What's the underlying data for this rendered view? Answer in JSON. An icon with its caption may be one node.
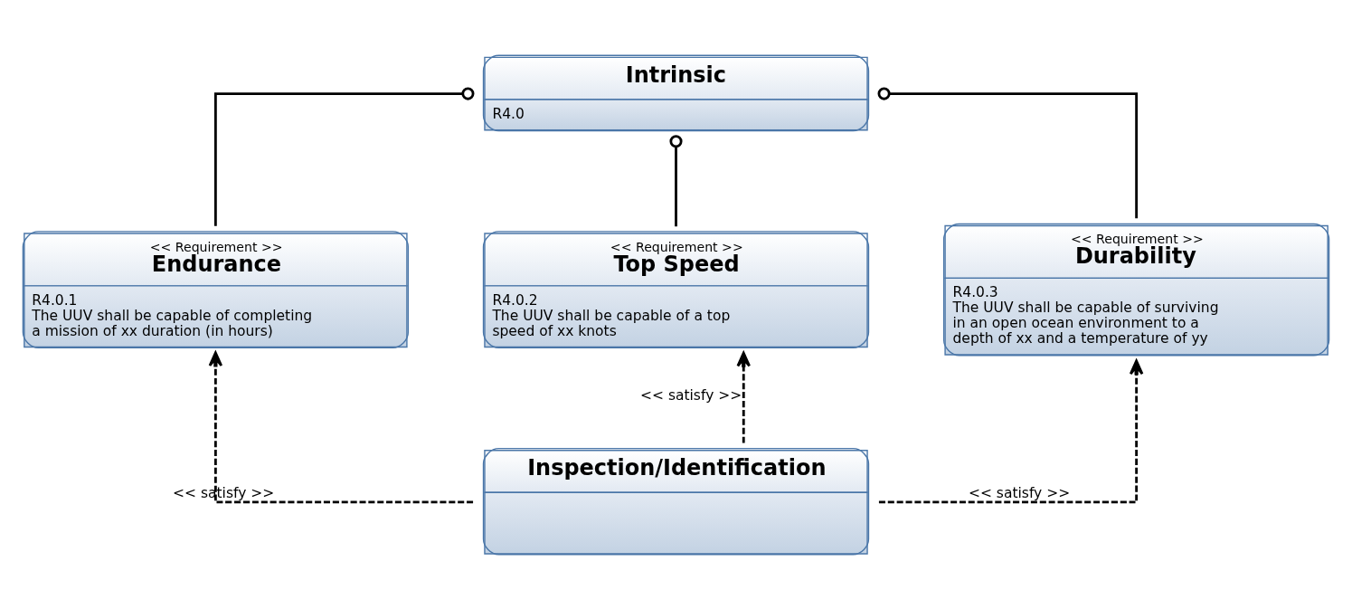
{
  "diagram": {
    "nodes": [
      {
        "text": [
          "Intrinsic",
          "R4.0"
        ]
      },
      {
        "text": [
          "<< Requirement >>",
          "Endurance",
          "R4.0.1",
          "The UUV shall be capable of completing a mission of xx duration (in hours)"
        ]
      },
      {
        "text": [
          "<< Requirement >>",
          "Top Speed",
          "R4.0.2",
          "The UUV shall be capable of a top speed of xx knots"
        ]
      },
      {
        "text": [
          "<< Requirement >>",
          "Durability",
          "R4.0.3",
          "The UUV shall be capable of surviving in an open ocean environment to a depth of xx and a temperature of yy"
        ]
      },
      {
        "text": [
          "Inspection/Identification"
        ]
      }
    ],
    "edges": [
      {
        "from": 0,
        "to": 1,
        "arrow": "other"
      },
      {
        "from": 0,
        "to": 2,
        "arrow": "other"
      },
      {
        "from": 0,
        "to": 3,
        "arrow": "other"
      },
      {
        "from": 4,
        "to": 1,
        "arrow": "to",
        "label": "<< satisfy >>",
        "style": "dashed"
      },
      {
        "from": 4,
        "to": 2,
        "arrow": "to",
        "label": "<< satisfy >>",
        "style": "dashed"
      },
      {
        "from": 4,
        "to": 3,
        "arrow": "to",
        "label": "<< satisfy >>",
        "style": "dashed"
      }
    ]
  }
}
